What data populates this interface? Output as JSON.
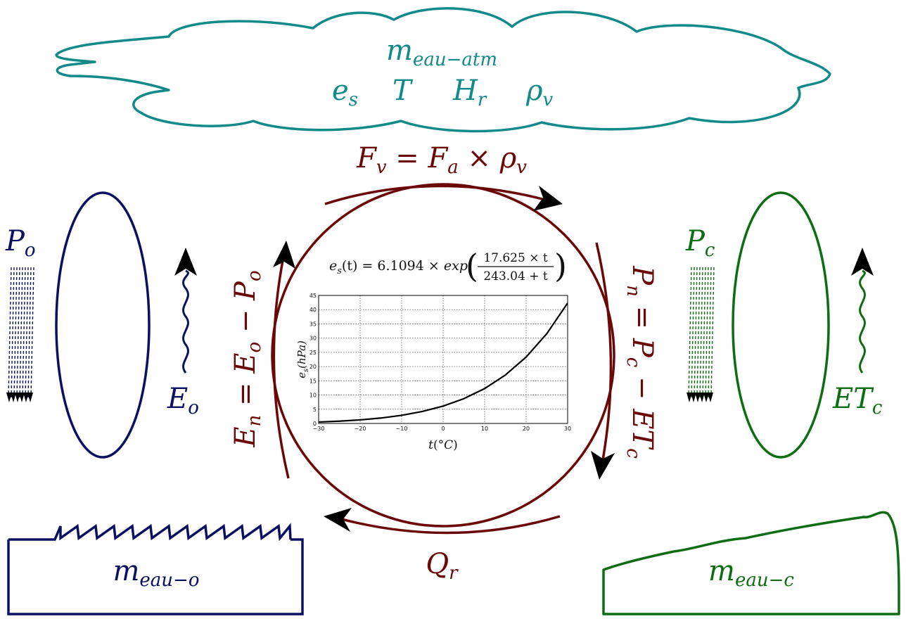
{
  "atmosphere": {
    "mass": {
      "base": "m",
      "sub": "eau−atm"
    },
    "variables": [
      {
        "base": "e",
        "sub": "s"
      },
      {
        "base": "T",
        "sub": ""
      },
      {
        "base": "H",
        "sub": "r"
      },
      {
        "base": "ρ",
        "sub": "v"
      }
    ]
  },
  "fluxes": {
    "vapor": {
      "lhs": "F",
      "lhs_sub": "v",
      "eq": " = ",
      "r1": "F",
      "r1_sub": "a",
      "op": " × ",
      "r2": "ρ",
      "r2_sub": "v"
    },
    "runoff": {
      "base": "Q",
      "sub": "r"
    },
    "net_evap": {
      "lhs": "E",
      "lhs_sub": "n",
      "eq": " = ",
      "r1": "E",
      "r1_sub": "o",
      "op": " − ",
      "r2": "P",
      "r2_sub": "o"
    },
    "net_precip": {
      "lhs": "P",
      "lhs_sub": "n",
      "eq": " = ",
      "r1": "P",
      "r1_sub": "c",
      "op": " − ",
      "r2": "ET",
      "r2_sub": "c"
    }
  },
  "ocean": {
    "precip": {
      "base": "P",
      "sub": "o"
    },
    "evap": {
      "base": "E",
      "sub": "o"
    },
    "mass": {
      "base": "m",
      "sub": "eau−o"
    }
  },
  "continent": {
    "precip": {
      "base": "P",
      "sub": "c"
    },
    "evapotransp": {
      "base": "ET",
      "sub": "c"
    },
    "mass": {
      "base": "m",
      "sub": "eau−c"
    }
  },
  "colors": {
    "atmosphere": "#138a8a",
    "ocean": "#0b1060",
    "continent": "#0e6d12",
    "cycle": "#6a0707"
  },
  "chart_data": {
    "type": "line",
    "title": "e_s(t) = 6.1094 × exp((17.625 × t)/(243.04 + t))",
    "formula": {
      "lhs": "e",
      "lhs_sub": "s",
      "lhs_arg": "(t) = 6.1094 × ",
      "fn": "exp",
      "numerator": "17.625 × t",
      "denominator": "243.04 + t"
    },
    "xlabel": "t(°C)",
    "ylabel": "e_s(hPa)",
    "ylabel_parts": {
      "base": "e",
      "sub": "s",
      "rest": "(hPa)"
    },
    "xlim": [
      -30,
      30
    ],
    "ylim": [
      0,
      45
    ],
    "xticks": [
      -30,
      -20,
      -10,
      0,
      10,
      20,
      30
    ],
    "yticks": [
      0,
      5,
      10,
      15,
      20,
      25,
      30,
      35,
      40,
      45
    ],
    "xtick_labels": [
      "−30",
      "−20",
      "−10",
      "0",
      "10",
      "20",
      "30"
    ],
    "grid": true,
    "series": [
      {
        "x": [
          -30,
          -25,
          -20,
          -15,
          -10,
          -5,
          0,
          5,
          10,
          15,
          20,
          25,
          30
        ],
        "y": [
          0.51,
          0.81,
          1.25,
          1.91,
          2.86,
          4.22,
          6.11,
          8.72,
          12.27,
          17.03,
          23.33,
          31.6,
          42.32
        ]
      }
    ]
  }
}
